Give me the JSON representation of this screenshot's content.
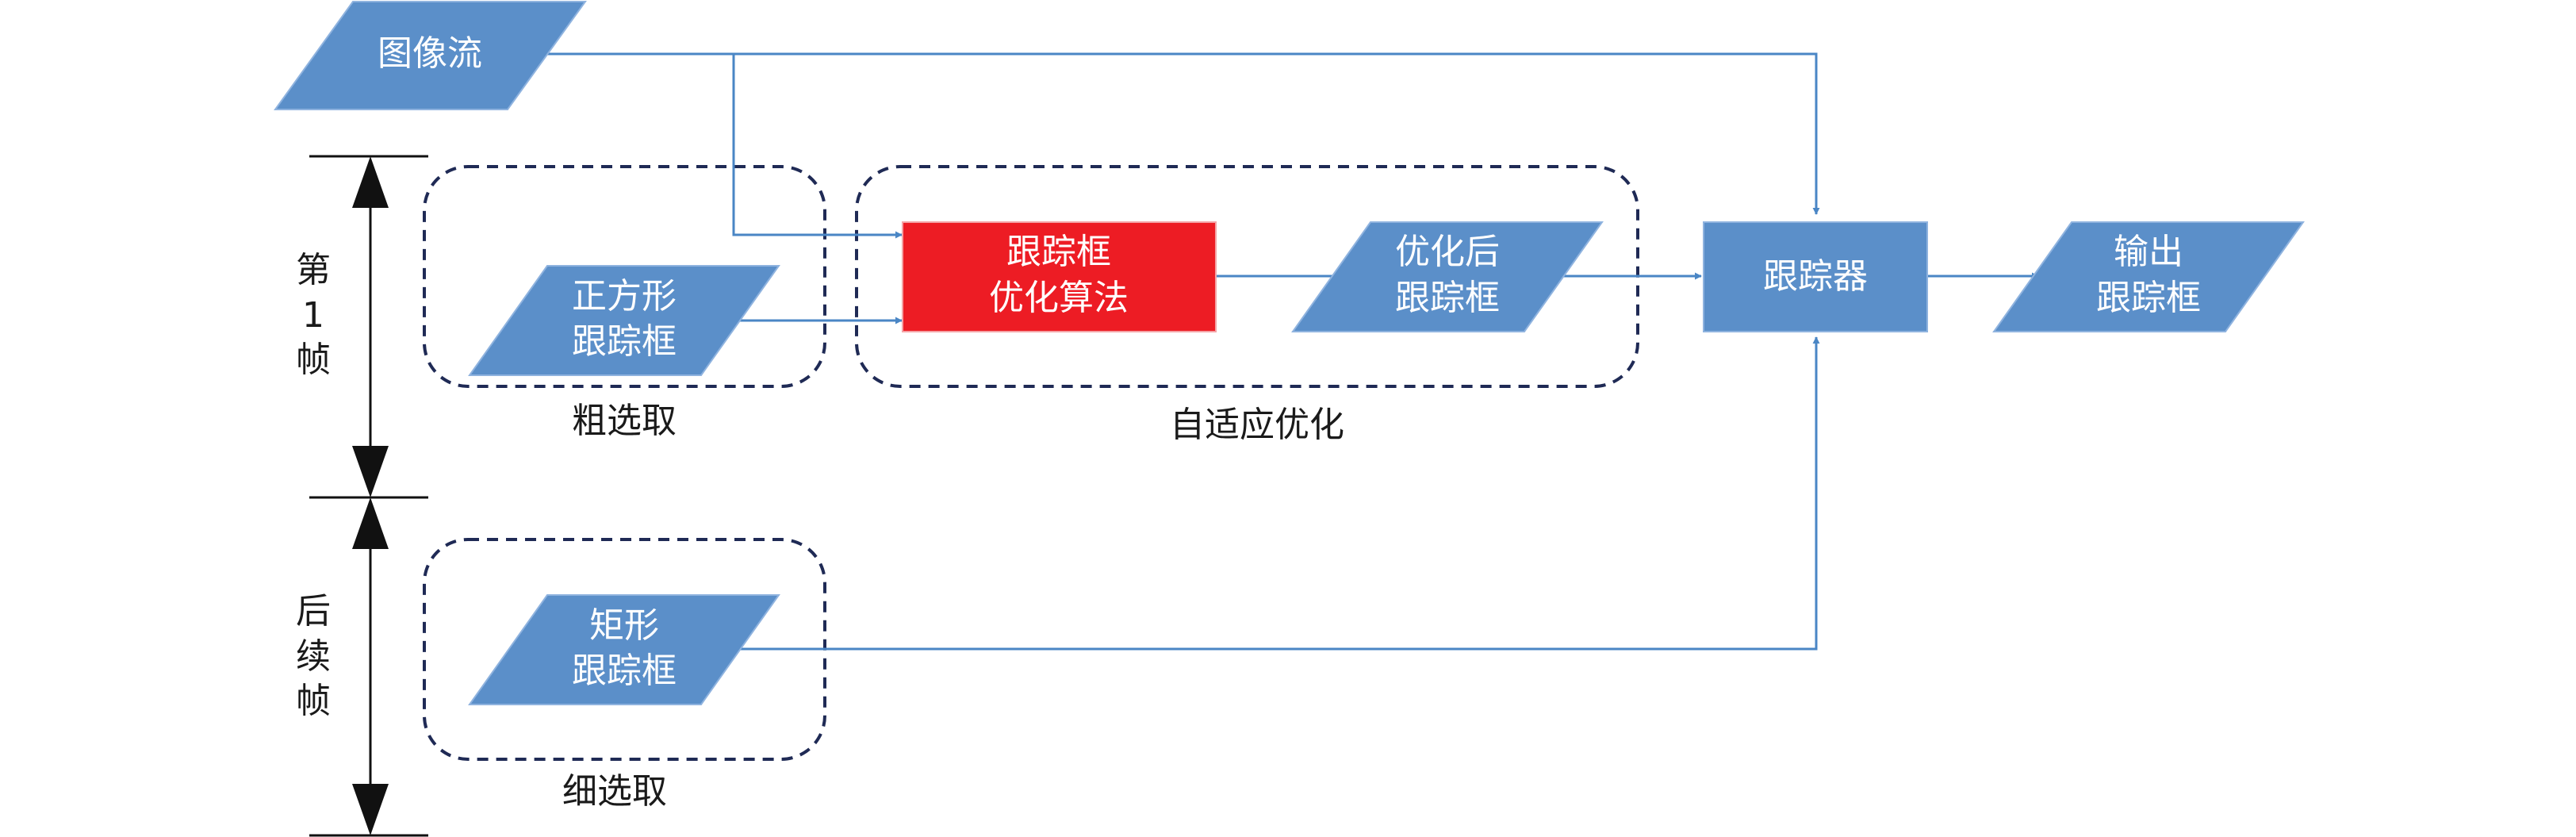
{
  "diagram": {
    "nodes": {
      "image_stream": {
        "lines": [
          "图像流"
        ]
      },
      "square_box": {
        "lines": [
          "正方形",
          "跟踪框"
        ]
      },
      "rect_box": {
        "lines": [
          "矩形",
          "跟踪框"
        ]
      },
      "optimization_algorithm": {
        "lines": [
          "跟踪框",
          "优化算法"
        ]
      },
      "optimized_box": {
        "lines": [
          "优化后",
          "跟踪框"
        ]
      },
      "tracker": {
        "lines": [
          "跟踪器"
        ]
      },
      "output_box": {
        "lines": [
          "输出",
          "跟踪框"
        ]
      }
    },
    "groups": {
      "coarse": {
        "label": "粗选取"
      },
      "adaptive": {
        "label": "自适应优化"
      },
      "fine": {
        "label": "细选取"
      }
    },
    "frame_labels": {
      "first": {
        "line1": "第",
        "line2": "1",
        "line3": "帧"
      },
      "subsequent": {
        "line1": "后",
        "line2": "续",
        "line3": "帧"
      }
    },
    "colors": {
      "node_fill": "#5b8fc9",
      "node_highlight": "#ed1c24",
      "connector": "#4a86c5",
      "group_border": "#1f2a55",
      "frame_axis": "#111111"
    }
  }
}
